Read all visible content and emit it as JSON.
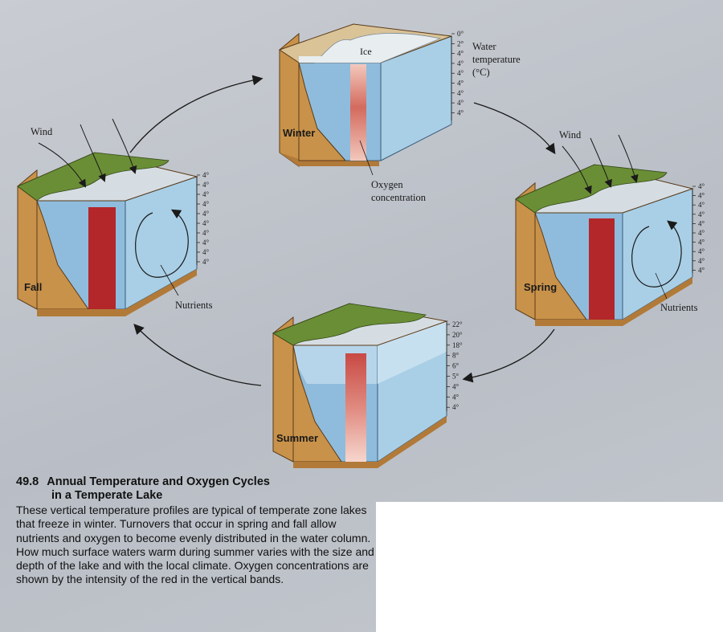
{
  "caption": {
    "number": "49.8",
    "title_line1": "Annual Temperature and Oxygen Cycles",
    "title_line2": "in a Temperate Lake",
    "body": "These vertical temperature profiles are typical of temperate zone lakes that freeze in winter. Turnovers that occur in spring and fall allow nutrients and oxygen to become evenly distributed in the water column. How much surface waters warm during summer varies with the size and depth of the lake and with the local climate. Oxygen concentrations are shown by the intensity of the red in the vertical bands."
  },
  "labels": {
    "water_temperature": [
      "Water",
      "temperature",
      "(°C)"
    ],
    "ice": "Ice",
    "oxygen_concentration": [
      "Oxygen",
      "concentration"
    ],
    "wind_fall": "Wind",
    "wind_spring": "Wind",
    "nutrients_fall": "Nutrients",
    "nutrients_spring": "Nutrients"
  },
  "seasons": {
    "winter": {
      "name": "Winter",
      "temps": [
        "0°",
        "2°",
        "4°",
        "4°",
        "4°",
        "4°",
        "4°",
        "4°",
        "4°"
      ]
    },
    "spring": {
      "name": "Spring",
      "temps": [
        "4°",
        "4°",
        "4°",
        "4°",
        "4°",
        "4°",
        "4°",
        "4°",
        "4°",
        "4°"
      ]
    },
    "summer": {
      "name": "Summer",
      "temps": [
        "22°",
        "20°",
        "18°",
        "8°",
        "6°",
        "5°",
        "4°",
        "4°",
        "4°"
      ]
    },
    "fall": {
      "name": "Fall",
      "temps": [
        "4°",
        "4°",
        "4°",
        "4°",
        "4°",
        "4°",
        "4°",
        "4°",
        "4°",
        "4°"
      ]
    }
  },
  "colors": {
    "water": "#8fbcdc",
    "water_side": "#a9cfe6",
    "soil": "#c9924a",
    "grass": "#6a8e35",
    "ice": "#e8edf0",
    "oxygen_high": "#b3262a",
    "oxygen_low": "#f0c2b8"
  }
}
